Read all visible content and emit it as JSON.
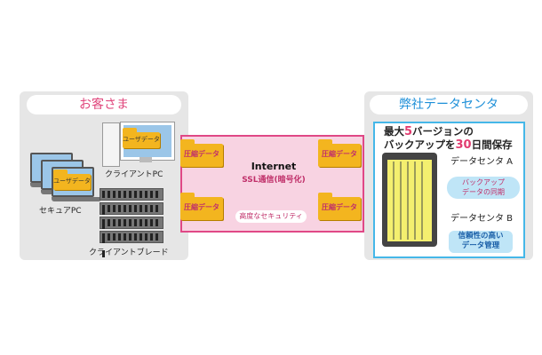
{
  "left_panel": {
    "title": "お客さま",
    "secure_pc_label": "セキュアPC",
    "client_pc_label": "クライアントPC",
    "client_blade_label": "クライアントブレード",
    "laptop_folder_label": "ユーザデータ",
    "desktop_folder_label": "ユーザデータ"
  },
  "center": {
    "internet": "Internet",
    "ssl": "SSL通信(暗号化)",
    "security": "高度なセキュリティ",
    "folders": [
      "圧縮データ",
      "圧縮データ",
      "圧縮データ",
      "圧縮データ"
    ]
  },
  "right_panel": {
    "title": "弊社データセンタ",
    "headline_1a": "最大",
    "headline_1num": "5",
    "headline_1b": "バージョンの",
    "headline_2a": "バックアップを",
    "headline_2num": "30",
    "headline_2b": "日間保存",
    "dc_a": "データセンタ A",
    "dc_b": "データセンタ B",
    "sync_1": "バックアップ",
    "sync_2": "データの同期",
    "trust_1": "信頼性の高い",
    "trust_2": "データ管理"
  },
  "colors": {
    "pink_accent": "#e04886",
    "blue_accent": "#45b7e8",
    "folder": "#f3b51f",
    "panel_bg": "#e6e6e6"
  }
}
